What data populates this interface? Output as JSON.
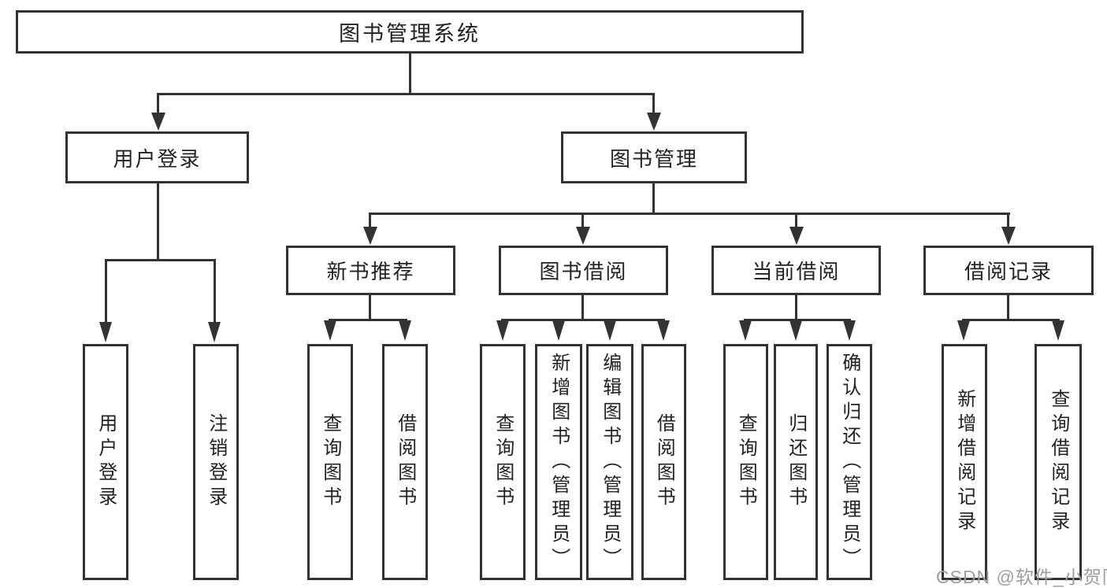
{
  "diagram_title": "图书管理系统",
  "nodes": {
    "root": "图书管理系统",
    "level2": [
      "用户登录",
      "图书管理"
    ],
    "user_login_children": [
      "用户登录",
      "注销登录"
    ],
    "book_mgmt_children": [
      "新书推荐",
      "图书借阅",
      "当前借阅",
      "借阅记录"
    ],
    "new_book_rec_children": [
      "查询图书",
      "借阅图书"
    ],
    "book_borrow_children": [
      "查询图书",
      "新增图书（管理员）",
      "编辑图书（管理员）",
      "借阅图书"
    ],
    "current_borrow_children": [
      "查询图书",
      "归还图书",
      "确认归还（管理员）"
    ],
    "borrow_record_children": [
      "新增借阅记录",
      "查询借阅记录"
    ]
  },
  "watermark": {
    "text": "CSDN @软件_小贺同学"
  },
  "colors": {
    "line": "#333333",
    "text": "#222222",
    "background": "#ffffff",
    "watermark": "#9e9ea3"
  }
}
